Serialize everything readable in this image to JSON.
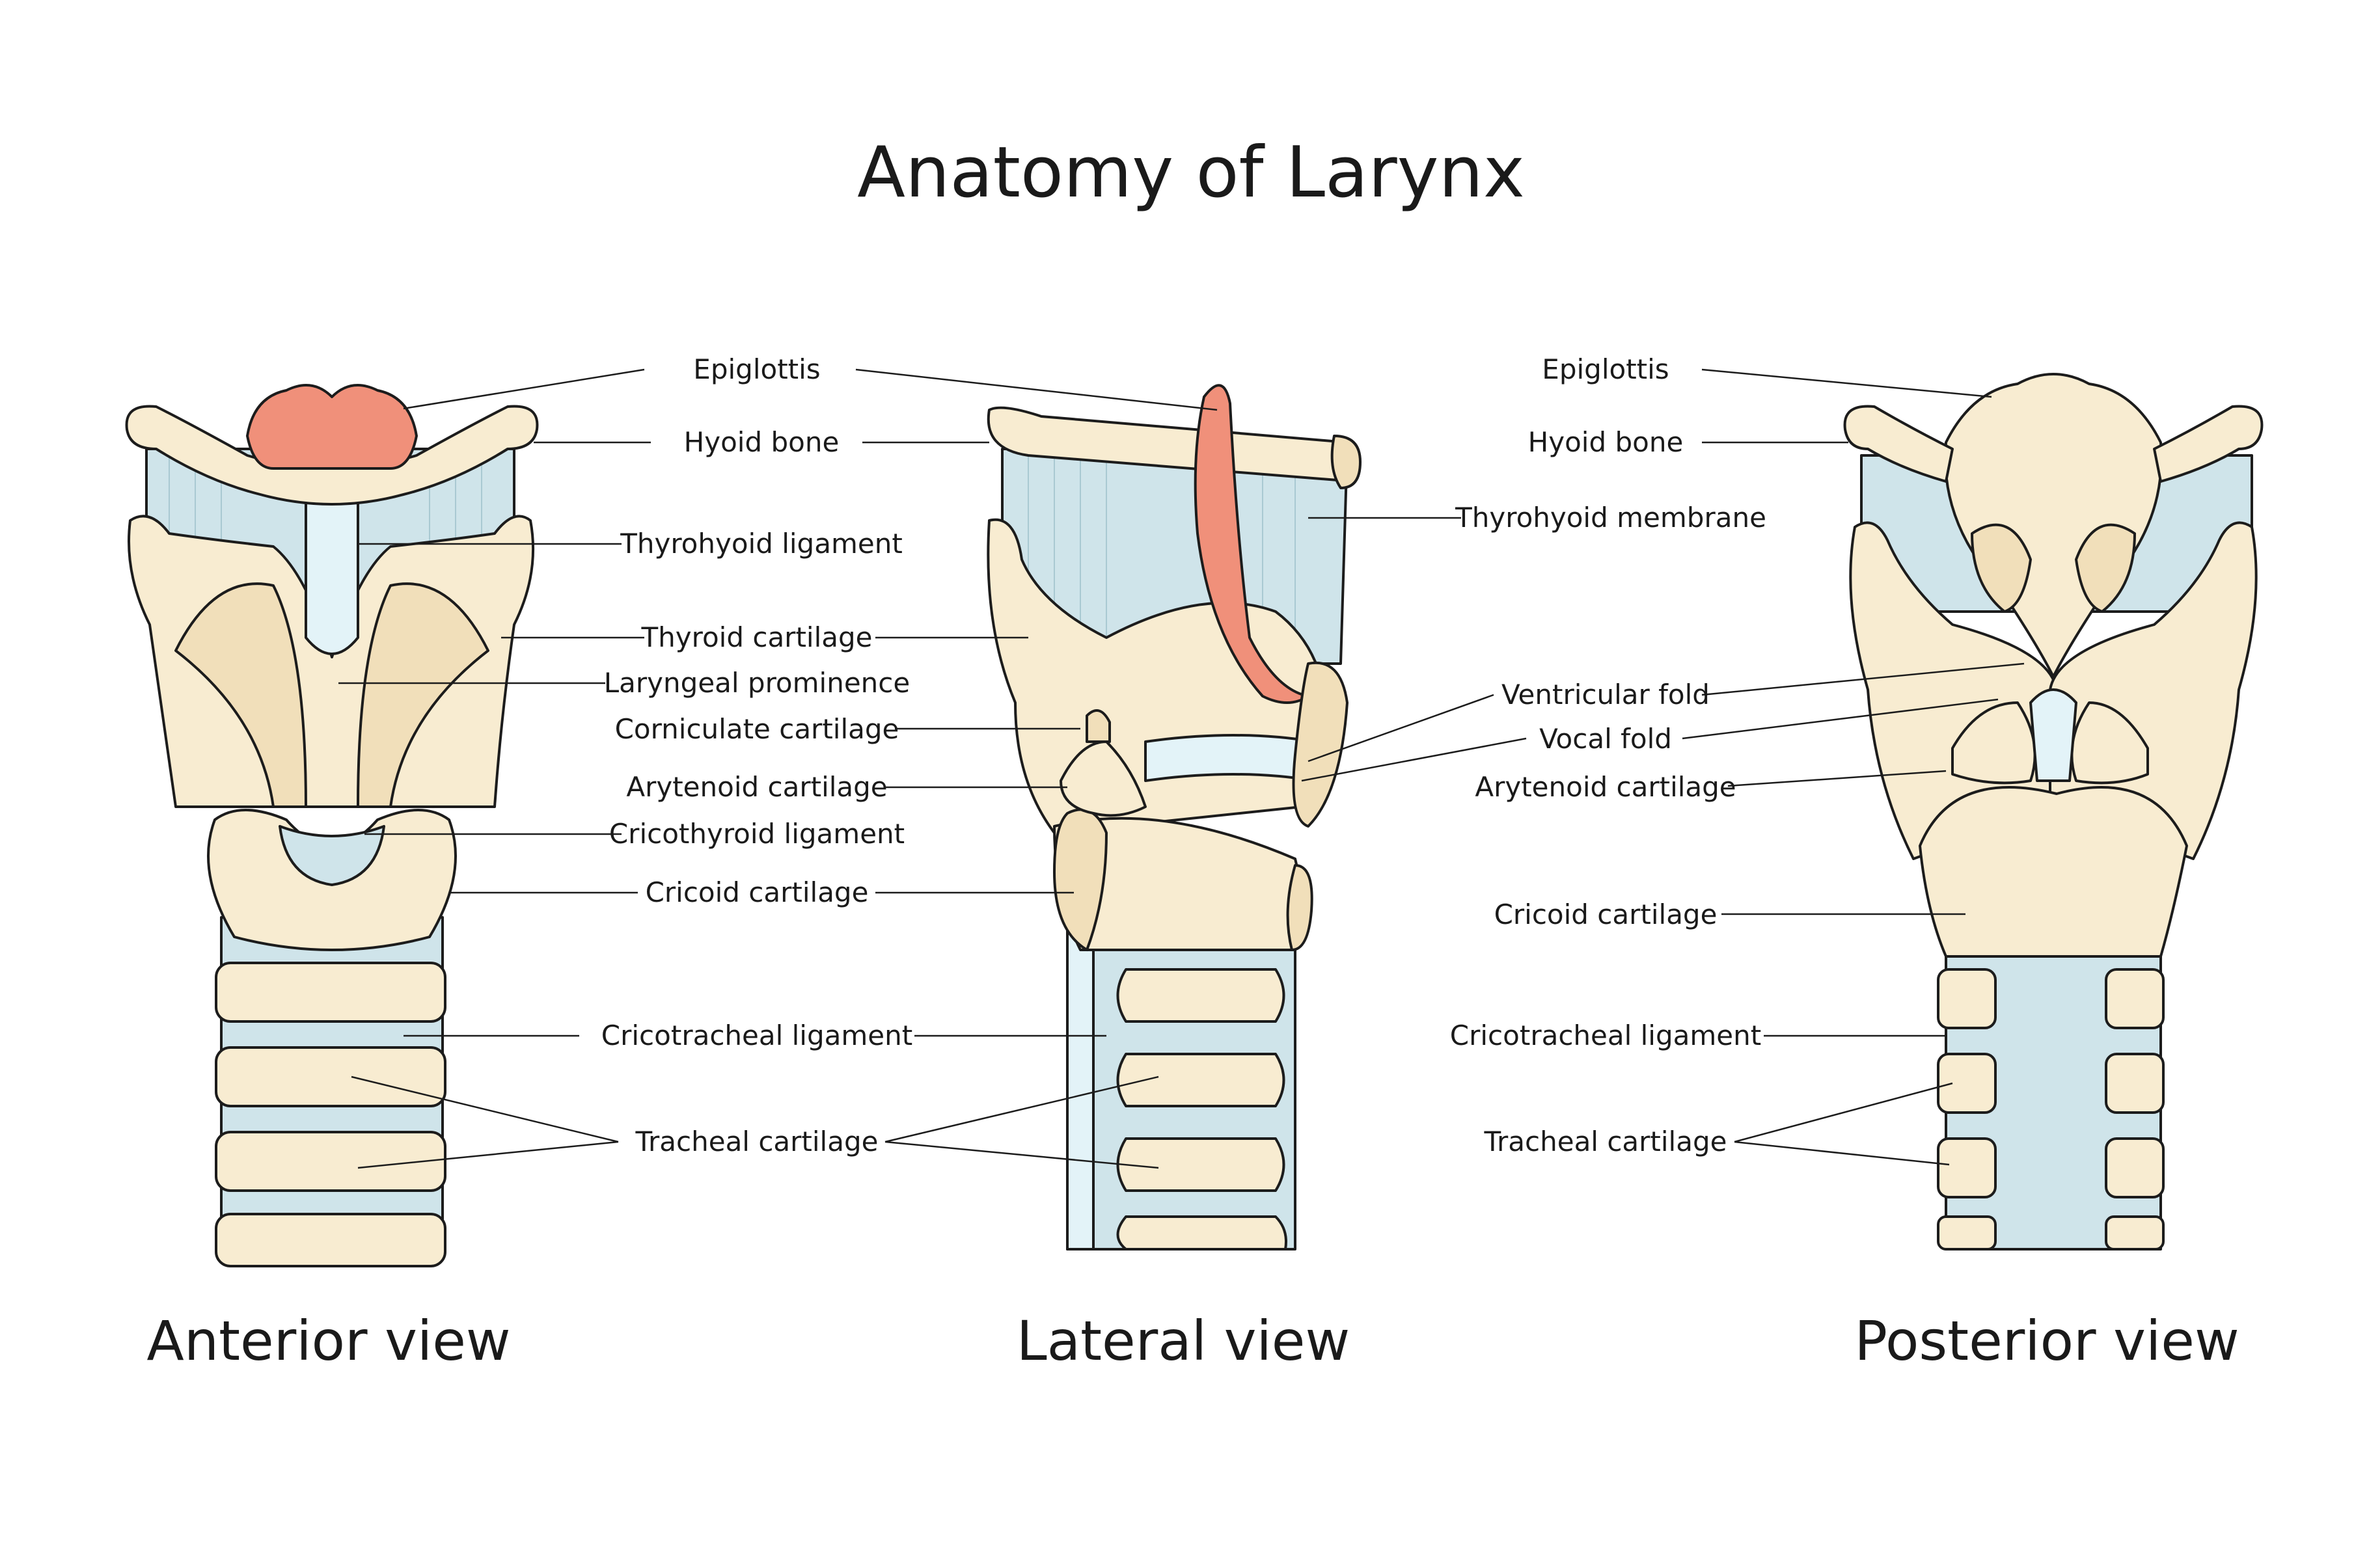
{
  "title": "Anatomy of Larynx",
  "views": {
    "anterior": "Anterior view",
    "lateral": "Lateral view",
    "posterior": "Posterior view"
  },
  "labels": {
    "anterior": [
      "Epiglottis",
      "Hyoid bone",
      "Thyrohyoid ligament",
      "Thyroid cartilage",
      "Laryngeal prominence",
      "Corniculate cartilage",
      "Arytenoid cartilage",
      "Cricothyroid ligament",
      "Cricoid cartilage",
      "Cricotracheal ligament",
      "Tracheal cartilage"
    ],
    "lateral": [
      "Thyrohyoid membrane",
      "Ventricular fold",
      "Vocal fold"
    ],
    "posterior": [
      "Epiglottis",
      "Hyoid bone",
      "Arytenoid cartilage",
      "Cricoid cartilage",
      "Cricotracheal ligament",
      "Tracheal cartilage"
    ]
  },
  "colors": {
    "cartilage": "#f8ecd1",
    "cartilage_shade": "#f1dfba",
    "ligament": "#cfe4ea",
    "ligament_light": "#e3f3f8",
    "epiglottis_red": "#f0907a",
    "outline": "#1c1c1c"
  }
}
